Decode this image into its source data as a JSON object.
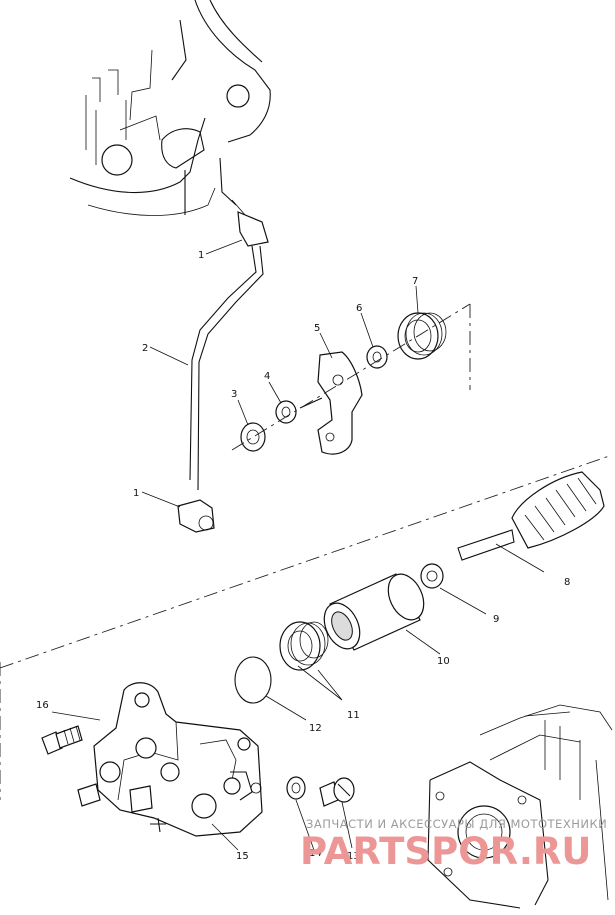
{
  "callouts": {
    "c1a": "1",
    "c1b": "1",
    "c2": "2",
    "c3": "3",
    "c4": "4",
    "c5": "5",
    "c6": "6",
    "c7": "7",
    "c8": "8",
    "c9": "9",
    "c10": "10",
    "c11": "11",
    "c12": "12",
    "c13": "13",
    "c14": "14",
    "c15": "15",
    "c16": "16"
  },
  "watermark": {
    "tagline": "ЗАПЧАСТИ И АКСЕССУАРЫ ДЛЯ МОТОТЕХНИКИ",
    "brand": "PARTSPOR.RU"
  }
}
